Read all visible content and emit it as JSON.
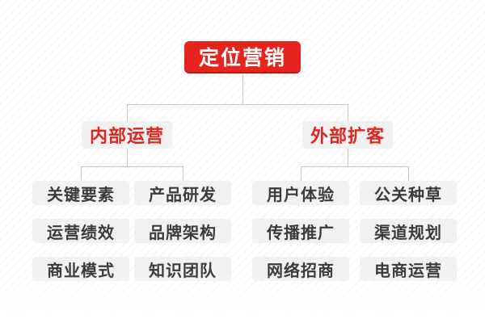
{
  "colors": {
    "root_bg": "#e6241d",
    "branch_text": "#e0241e",
    "node_bg": "#f1f1f2",
    "leaf_text": "#3b3b3b",
    "connector_line": "#c7c7c7",
    "background_stripe": "#f3f3f6"
  },
  "tree": {
    "root": {
      "label": "定位营销"
    },
    "branches": [
      {
        "label": "内部运营",
        "children": [
          "关键要素",
          "产品研发",
          "运营绩效",
          "品牌架构",
          "商业模式",
          "知识团队"
        ]
      },
      {
        "label": "外部扩客",
        "children": [
          "用户体验",
          "公关种草",
          "传播推广",
          "渠道规划",
          "网络招商",
          "电商运营"
        ]
      }
    ]
  }
}
